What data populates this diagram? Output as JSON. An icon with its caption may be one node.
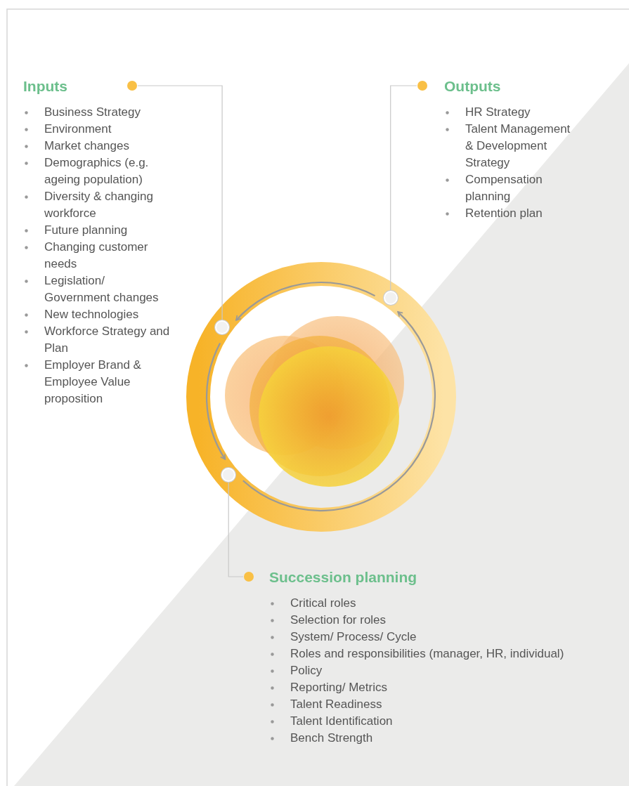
{
  "diagram": {
    "nodes": [
      {
        "text": [
          "Inputs",
          "Business Strategy",
          "Environment",
          "Market changes",
          "Demographics (e.g. ageing population)",
          "Diversity & changing workforce",
          "Future planning",
          "Changing customer needs",
          "Legislation/ Government changes",
          "New technologies",
          "Workforce Strategy and Plan",
          "Employer Brand & Employee Value proposition"
        ]
      },
      {
        "text": [
          "Outputs",
          "HR Strategy",
          "Talent Management & Development Strategy",
          "Compensation planning",
          "Retention plan"
        ]
      },
      {
        "text": [
          "Succession planning",
          "Critical roles",
          "Selection for roles",
          "System/ Process/ Cycle",
          "Roles and responsibilities (manager, HR, individual)",
          "Policy",
          "Reporting/ Metrics",
          "Talent Readiness",
          "Talent Identification",
          "Bench Strength"
        ]
      },
      {
        "text": [],
        "shape": "circle"
      },
      {
        "text": [],
        "shape": "circle"
      },
      {
        "text": [],
        "shape": "circle"
      }
    ],
    "edges": [
      {
        "from": 0,
        "to": 3,
        "arrow": "none"
      },
      {
        "from": 1,
        "to": 4,
        "arrow": "none"
      },
      {
        "from": 2,
        "to": 5,
        "arrow": "none"
      },
      {
        "from": 4,
        "to": 3,
        "arrow": "to"
      },
      {
        "from": 3,
        "to": 5,
        "arrow": "to"
      },
      {
        "from": 5,
        "to": 4,
        "arrow": "to"
      }
    ]
  }
}
